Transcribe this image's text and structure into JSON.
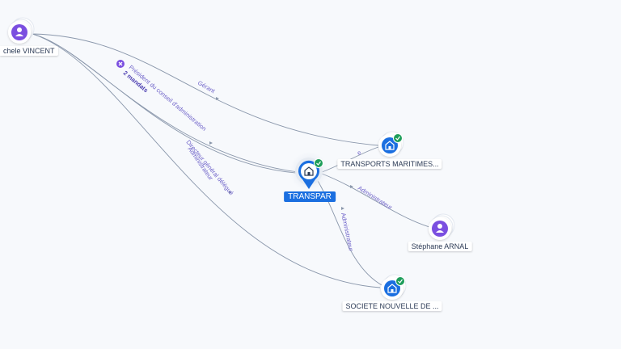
{
  "nodes": {
    "vincent": {
      "label": "chele VINCENT",
      "type": "person"
    },
    "transpar": {
      "label": "TRANSPAR",
      "type": "company-primary",
      "verified": true
    },
    "transports": {
      "label": "TRANSPORTS MARITIMES...",
      "type": "company",
      "verified": true
    },
    "arnal": {
      "label": "Stéphane ARNAL",
      "type": "person"
    },
    "societe": {
      "label": "SOCIETE NOUVELLE DE ...",
      "type": "company",
      "verified": true
    }
  },
  "edges": {
    "gerant": "Gérant",
    "president": "Président du conseil d'administration",
    "mandats": "2 mandats",
    "directeur": "Directeur général délégué",
    "administrateur_1": "Administrateur",
    "administrateur_2": "Administrateur",
    "administrateur_3": "Administrateur",
    "transports_rel": "e"
  },
  "colors": {
    "edge": "#8a97ab",
    "person": "#7b4fe0",
    "company": "#1b6fe0",
    "verified": "#1e9e5a",
    "edge_text": "#6f63c9"
  },
  "icons": {
    "person": "person-icon",
    "company": "building-icon",
    "verified": "check-badge-icon",
    "mandate_badge": "multiple-mandates-icon"
  }
}
